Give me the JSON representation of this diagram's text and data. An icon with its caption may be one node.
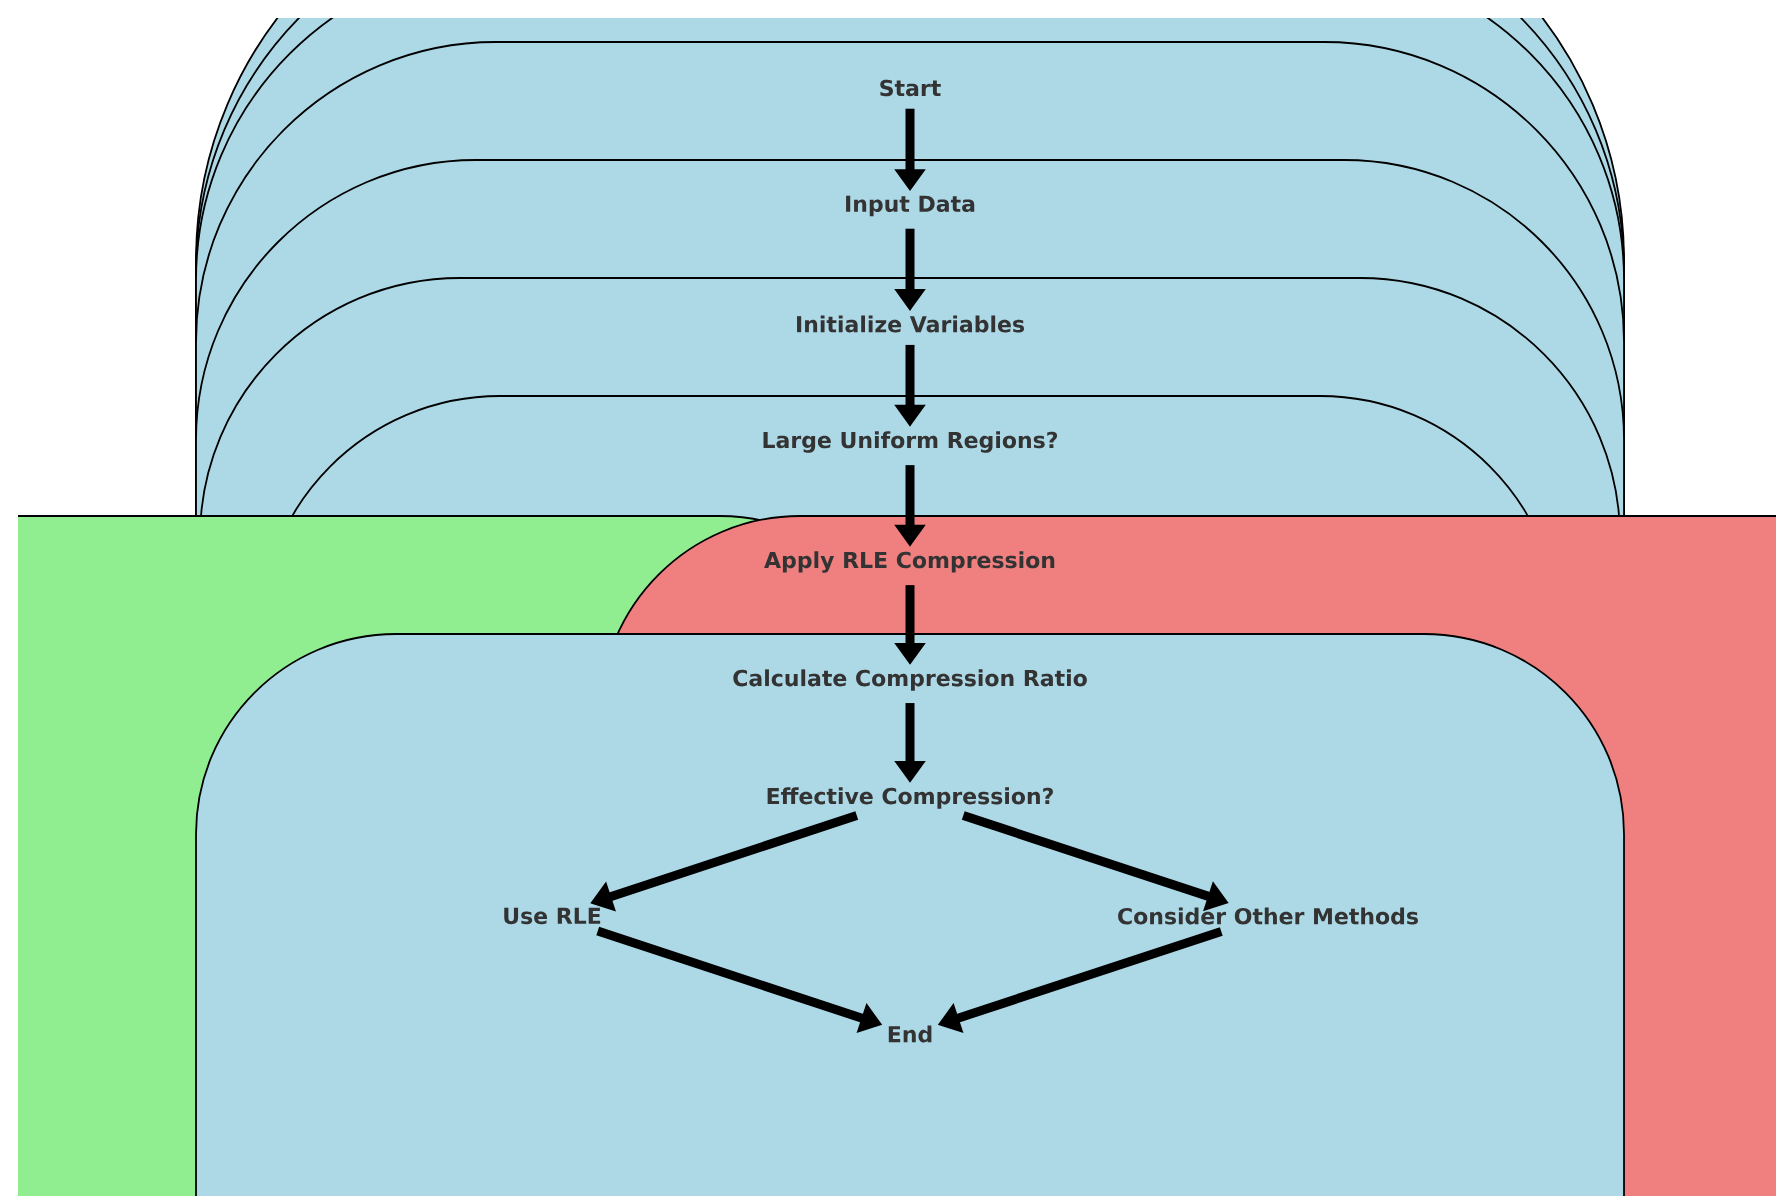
{
  "diagram": {
    "nodes": [
      {
        "text": [
          "Start"
        ]
      },
      {
        "text": [
          "Input Data"
        ]
      },
      {
        "text": [
          "Initialize Variables"
        ]
      },
      {
        "text": [
          "Large Uniform Regions?"
        ]
      },
      {
        "text": [
          "Apply RLE Compression"
        ]
      },
      {
        "text": [
          "Calculate Compression Ratio"
        ]
      },
      {
        "text": [
          "Effective Compression?"
        ]
      },
      {
        "text": [
          "Use RLE"
        ]
      },
      {
        "text": [
          "Consider Other Methods"
        ]
      },
      {
        "text": [
          "End"
        ]
      }
    ],
    "edges": [
      {
        "from": 0,
        "to": 1,
        "arrow": "to"
      },
      {
        "from": 1,
        "to": 2,
        "arrow": "to"
      },
      {
        "from": 2,
        "to": 3,
        "arrow": "to"
      },
      {
        "from": 3,
        "to": 4,
        "arrow": "to"
      },
      {
        "from": 4,
        "to": 5,
        "arrow": "to"
      },
      {
        "from": 5,
        "to": 6,
        "arrow": "to"
      },
      {
        "from": 6,
        "to": 7,
        "arrow": "to"
      },
      {
        "from": 6,
        "to": 8,
        "arrow": "to"
      },
      {
        "from": 7,
        "to": 9,
        "arrow": "to"
      },
      {
        "from": 8,
        "to": 9,
        "arrow": "to"
      }
    ]
  }
}
